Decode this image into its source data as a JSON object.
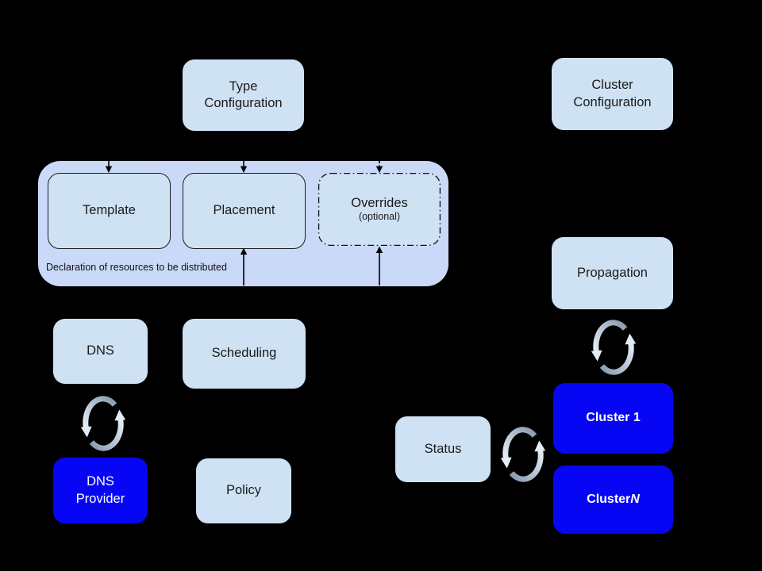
{
  "diagram": {
    "kind": "federation-architecture-diagram",
    "colors": {
      "canvas_bg": "#000000",
      "container_fill": "#c9d9f7",
      "node_fill": "#cfe2f3",
      "accent_blue": "#0606f5",
      "text_dark": "#1a1a1a",
      "text_light": "#ffffff",
      "arrow_color": "#000000",
      "sync_icon_light": "#e6eef8",
      "sync_icon_dark": "#8b9cb1"
    },
    "nodes": {
      "type_config": {
        "label": "Type\nConfiguration"
      },
      "cluster_config": {
        "label": "Cluster\nConfiguration"
      },
      "template": {
        "label": "Template"
      },
      "placement": {
        "label": "Placement"
      },
      "overrides": {
        "label": "Overrides",
        "sublabel": "(optional)"
      },
      "propagation": {
        "label": "Propagation"
      },
      "dns": {
        "label": "DNS"
      },
      "scheduling": {
        "label": "Scheduling"
      },
      "dns_provider": {
        "label": "DNS\nProvider"
      },
      "policy": {
        "label": "Policy"
      },
      "status": {
        "label": "Status"
      },
      "cluster_1": {
        "label": "Cluster 1"
      },
      "cluster_n": {
        "label_prefix": "Cluster ",
        "label_suffix": "N"
      }
    },
    "container_caption": "Declaration of resources to be distributed",
    "icons": {
      "sync": "circular-sync-arrows"
    }
  }
}
